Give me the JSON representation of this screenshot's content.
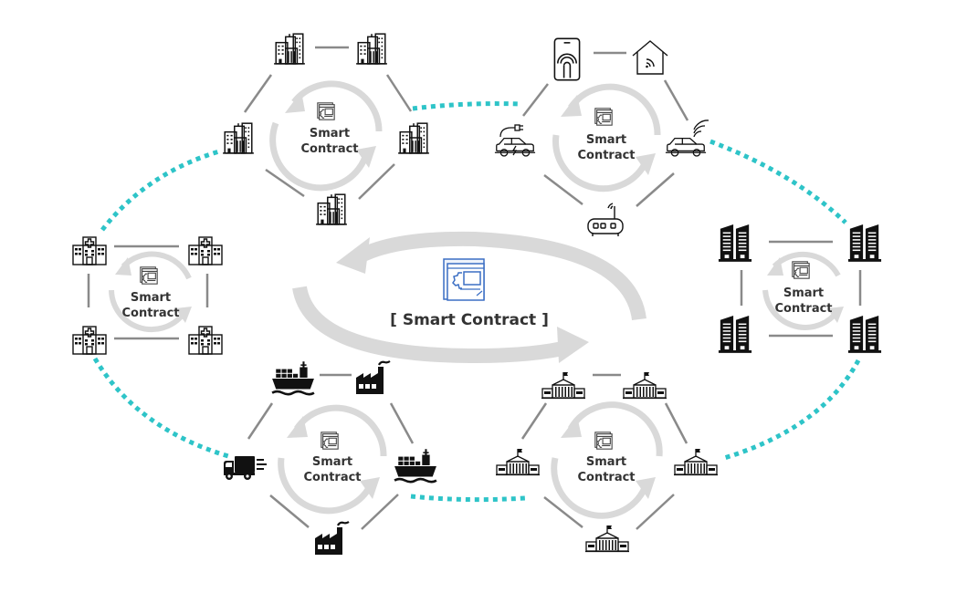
{
  "colors": {
    "connector_dots": "#2ec4c8",
    "edge_gray": "#8a8a8a",
    "cycle_arrow_gray": "#d9d9d9",
    "main_icon_blue": "#3b6fc4",
    "text": "#333333",
    "icon_black": "#111111"
  },
  "center": {
    "label": "[ Smart Contract ]",
    "icon": "smart-contract-document-gear-icon"
  },
  "clusters": [
    {
      "id": "offices",
      "label_line1": "Smart",
      "label_line2": "Contract",
      "node_icon": "office-building-icon",
      "nodes": [
        "office-building",
        "office-building",
        "office-building",
        "office-building",
        "office-building"
      ]
    },
    {
      "id": "iot",
      "label_line1": "Smart",
      "label_line2": "Contract",
      "nodes": [
        "smartphone-fingerprint",
        "smart-home",
        "connected-car",
        "wifi-router",
        "electric-car"
      ]
    },
    {
      "id": "hospitals",
      "label_line1": "Smart",
      "label_line2": "Contract",
      "node_icon": "hospital-icon",
      "nodes": [
        "hospital",
        "hospital",
        "hospital",
        "hospital"
      ]
    },
    {
      "id": "towers",
      "label_line1": "Smart",
      "label_line2": "Contract",
      "node_icon": "skyscraper-icon",
      "nodes": [
        "skyscraper",
        "skyscraper",
        "skyscraper",
        "skyscraper"
      ]
    },
    {
      "id": "logistics",
      "label_line1": "Smart",
      "label_line2": "Contract",
      "nodes": [
        "cargo-ship",
        "factory",
        "cargo-ship",
        "factory",
        "delivery-truck"
      ]
    },
    {
      "id": "government",
      "label_line1": "Smart",
      "label_line2": "Contract",
      "node_icon": "government-building-icon",
      "nodes": [
        "government-building",
        "government-building",
        "government-building",
        "government-building",
        "government-building"
      ]
    }
  ]
}
